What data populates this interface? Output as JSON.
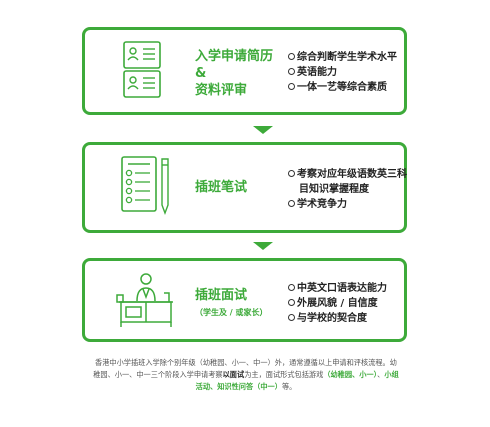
{
  "steps": [
    {
      "title_lines": [
        "入学申请简历",
        "&",
        "资料评审"
      ],
      "items": [
        "综合判断学生学术水平",
        "英语能力",
        "一体一艺等综合素质"
      ],
      "icon": "resume-documents-icon"
    },
    {
      "title_lines": [
        "插班笔试"
      ],
      "items": [
        "考察对应年级语数英三科",
        "目知识掌握程度",
        "学术竞争力"
      ],
      "icon": "exam-checklist-pen-icon"
    },
    {
      "title_lines": [
        "插班面试"
      ],
      "subtitle": "（学生及 / 或家长）",
      "items": [
        "中英文口语表达能力",
        "外展风貌 / 自信度",
        "与学校的契合度"
      ],
      "icon": "interview-desk-icon"
    }
  ],
  "note": {
    "p1": "香港中小学插班入学除个别年级（幼稚园、小一、中一）外，通常遵循以上申请和评核流程。幼稚园、小一、中一三个阶段入学申请考察",
    "p2": "以面试",
    "p3": "为主，面试形式包括游戏",
    "p4": "（幼稚园、小一）",
    "p5": "、",
    "p6": "小组活动、知识性问答（中一）",
    "p7": "等。"
  },
  "colors": {
    "accent": "#3daa3a"
  }
}
